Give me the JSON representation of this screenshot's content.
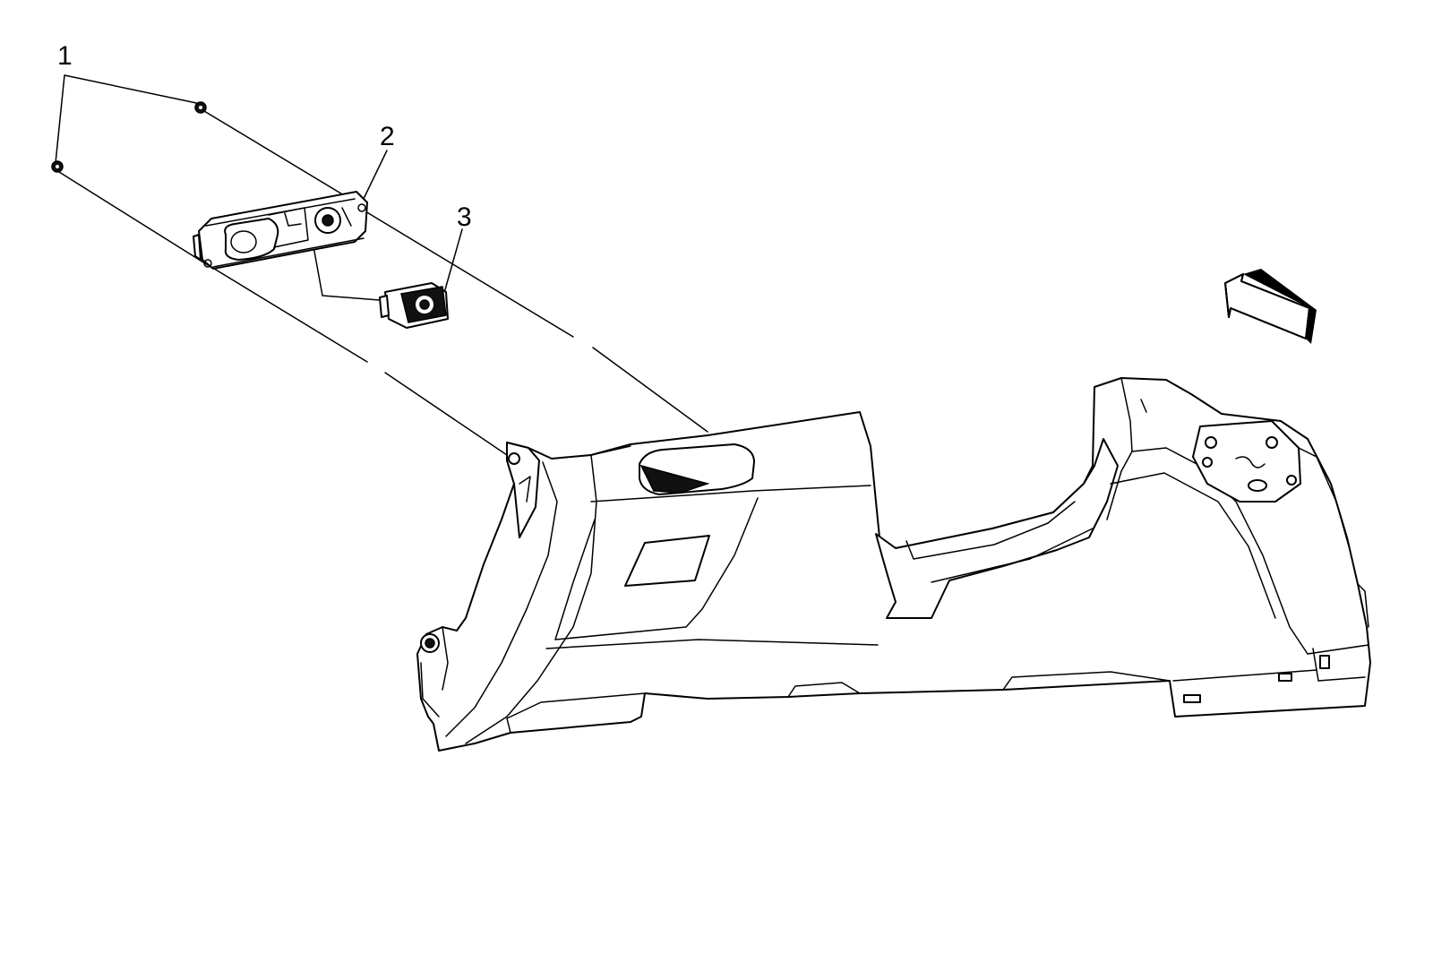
{
  "callouts": {
    "fasteners": "1",
    "bezel": "2",
    "switch": "3"
  },
  "colors": {
    "line": "#000000",
    "background": "#ffffff"
  },
  "icons": {
    "direction": "view-direction-arrow-icon"
  }
}
